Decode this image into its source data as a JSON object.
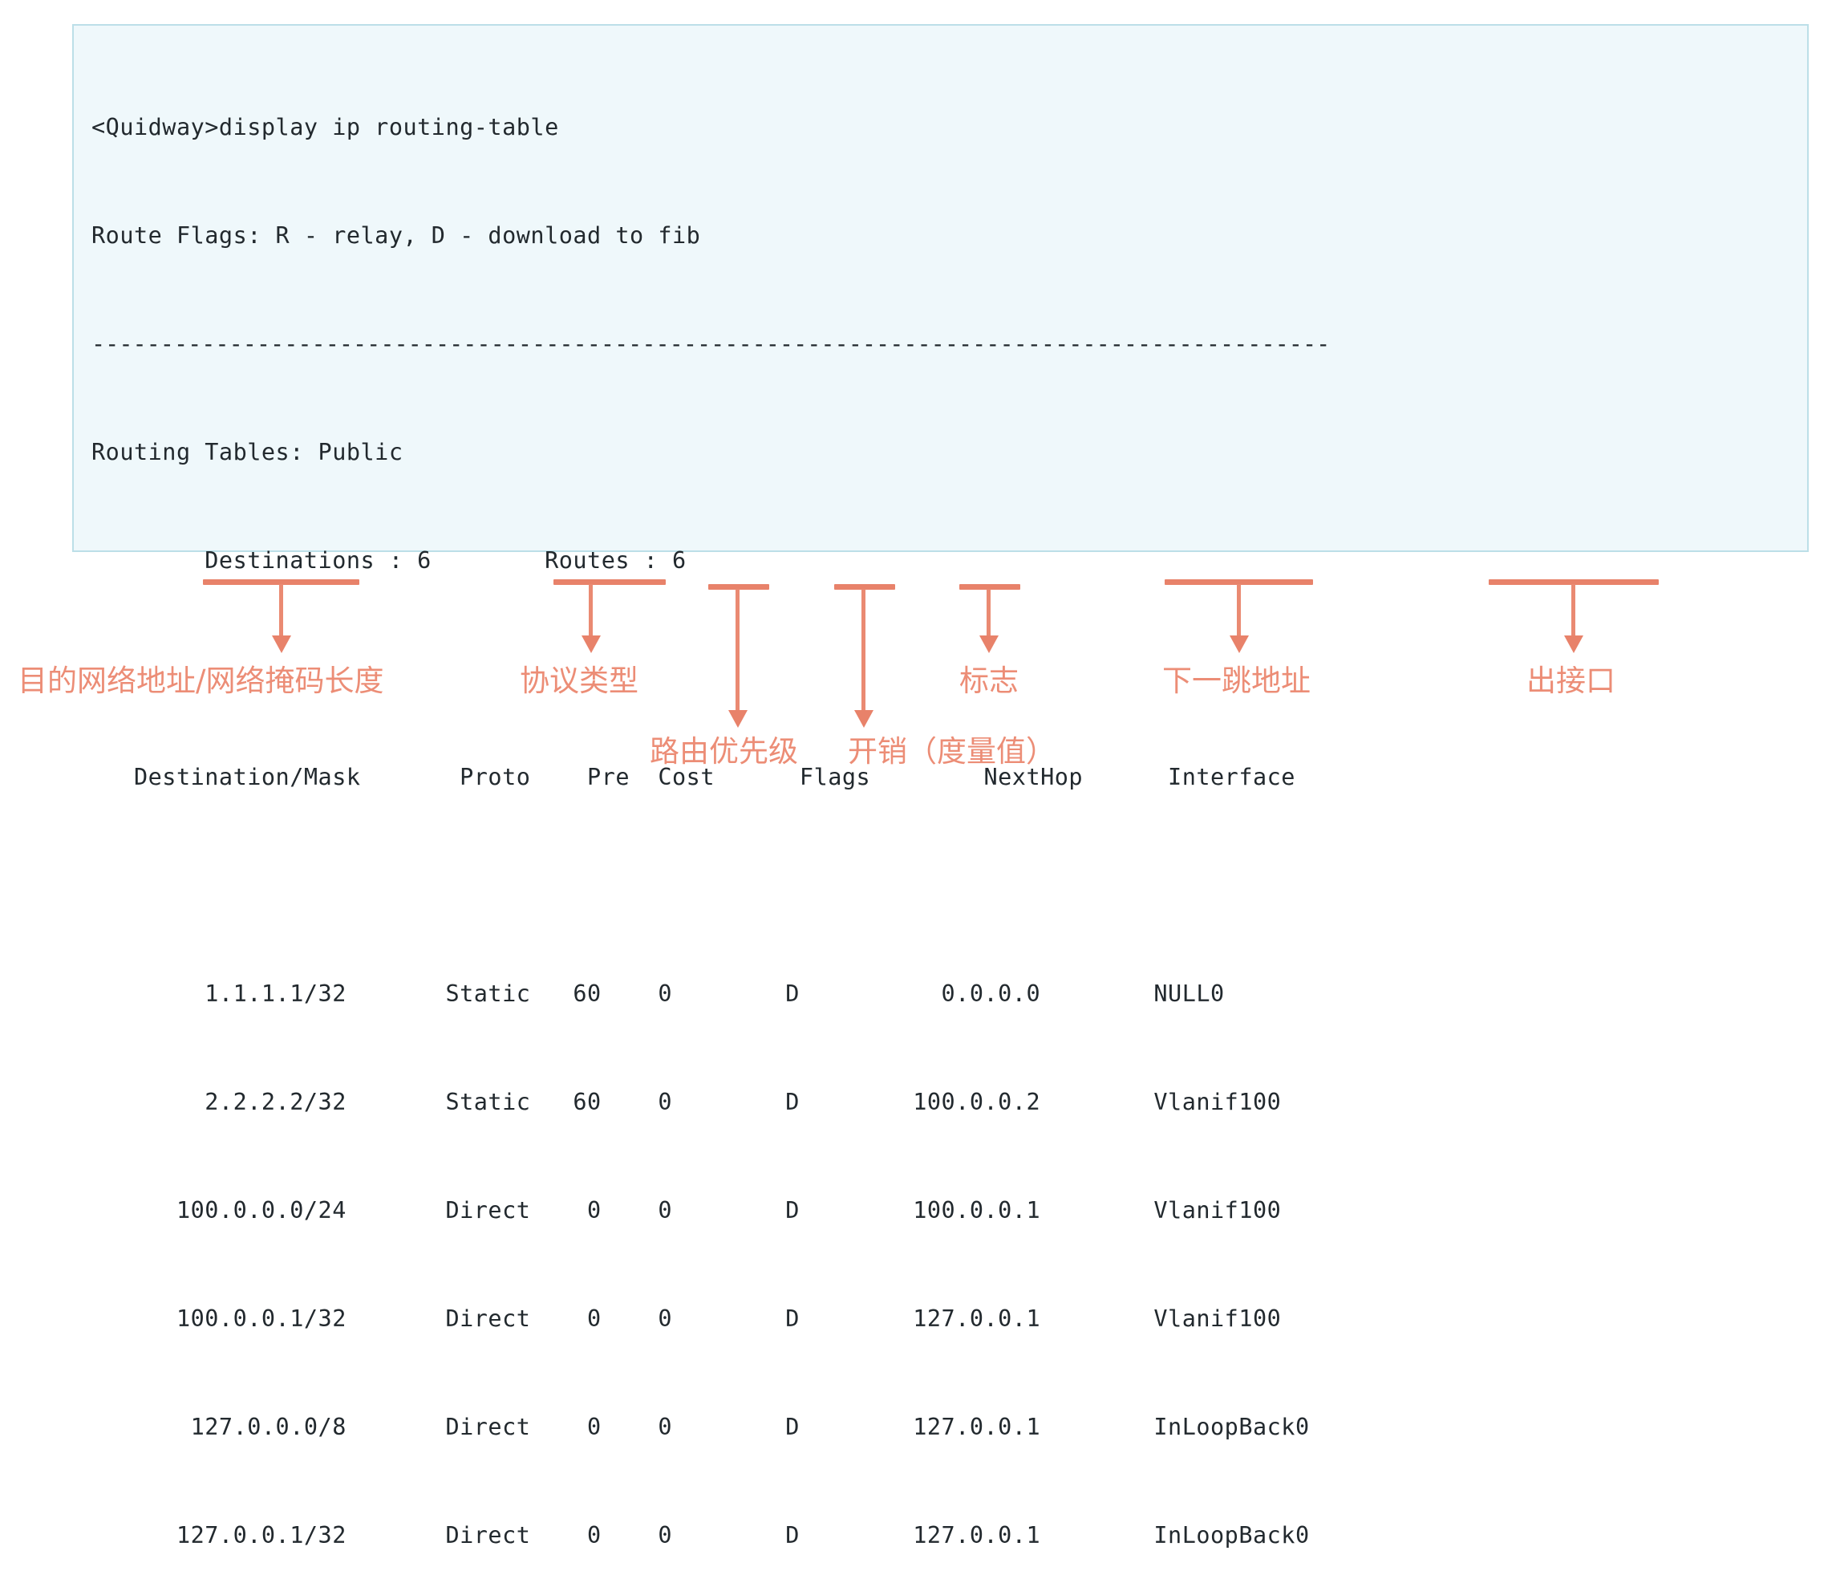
{
  "terminal": {
    "prompt_line": "<Quidway>display ip routing-table",
    "flags_line": "Route Flags: R - relay, D - download to fib",
    "separator": "------------------------------------------------------------------------------------------",
    "table_scope": "Routing Tables: Public",
    "summary_line": "        Destinations : 6        Routes : 6",
    "columns": [
      "Destination/Mask",
      "Proto",
      "Pre",
      "Cost",
      "Flags",
      "NextHop",
      "Interface"
    ],
    "header_line": "   Destination/Mask       Proto    Pre  Cost      Flags        NextHop      Interface",
    "rows": [
      {
        "destination": "1.1.1.1/32",
        "proto": "Static",
        "pre": "60",
        "cost": "0",
        "flags": "D",
        "nexthop": "0.0.0.0",
        "interface": "NULL0",
        "line": "        1.1.1.1/32       Static   60    0        D          0.0.0.0        NULL0"
      },
      {
        "destination": "2.2.2.2/32",
        "proto": "Static",
        "pre": "60",
        "cost": "0",
        "flags": "D",
        "nexthop": "100.0.0.2",
        "interface": "Vlanif100",
        "line": "        2.2.2.2/32       Static   60    0        D        100.0.0.2        Vlanif100"
      },
      {
        "destination": "100.0.0.0/24",
        "proto": "Direct",
        "pre": "0",
        "cost": "0",
        "flags": "D",
        "nexthop": "100.0.0.1",
        "interface": "Vlanif100",
        "line": "      100.0.0.0/24       Direct    0    0        D        100.0.0.1        Vlanif100"
      },
      {
        "destination": "100.0.0.1/32",
        "proto": "Direct",
        "pre": "0",
        "cost": "0",
        "flags": "D",
        "nexthop": "127.0.0.1",
        "interface": "Vlanif100",
        "line": "      100.0.0.1/32       Direct    0    0        D        127.0.0.1        Vlanif100"
      },
      {
        "destination": "127.0.0.0/8",
        "proto": "Direct",
        "pre": "0",
        "cost": "0",
        "flags": "D",
        "nexthop": "127.0.0.1",
        "interface": "InLoopBack0",
        "line": "       127.0.0.0/8       Direct    0    0        D        127.0.0.1        InLoopBack0"
      },
      {
        "destination": "127.0.0.1/32",
        "proto": "Direct",
        "pre": "0",
        "cost": "0",
        "flags": "D",
        "nexthop": "127.0.0.1",
        "interface": "InLoopBack0",
        "line": "      127.0.0.1/32       Direct    0    0        D        127.0.0.1        InLoopBack0"
      }
    ]
  },
  "annotations": [
    {
      "id": "destination-mask",
      "label": "目的网络地址/网络掩码长度",
      "column": "Destination/Mask"
    },
    {
      "id": "proto",
      "label": "协议类型",
      "column": "Proto"
    },
    {
      "id": "pre",
      "label": "路由优先级",
      "column": "Pre"
    },
    {
      "id": "cost",
      "label": "开销（度量值）",
      "column": "Cost"
    },
    {
      "id": "flags",
      "label": "标志",
      "column": "Flags"
    },
    {
      "id": "nexthop",
      "label": "下一跳地址",
      "column": "NextHop"
    },
    {
      "id": "interface",
      "label": "出接口",
      "column": "Interface"
    }
  ],
  "colors": {
    "terminal_bg": "#eff8fb",
    "terminal_border": "#bcdfe8",
    "terminal_text": "#22292e",
    "annotation": "#e8826a"
  }
}
